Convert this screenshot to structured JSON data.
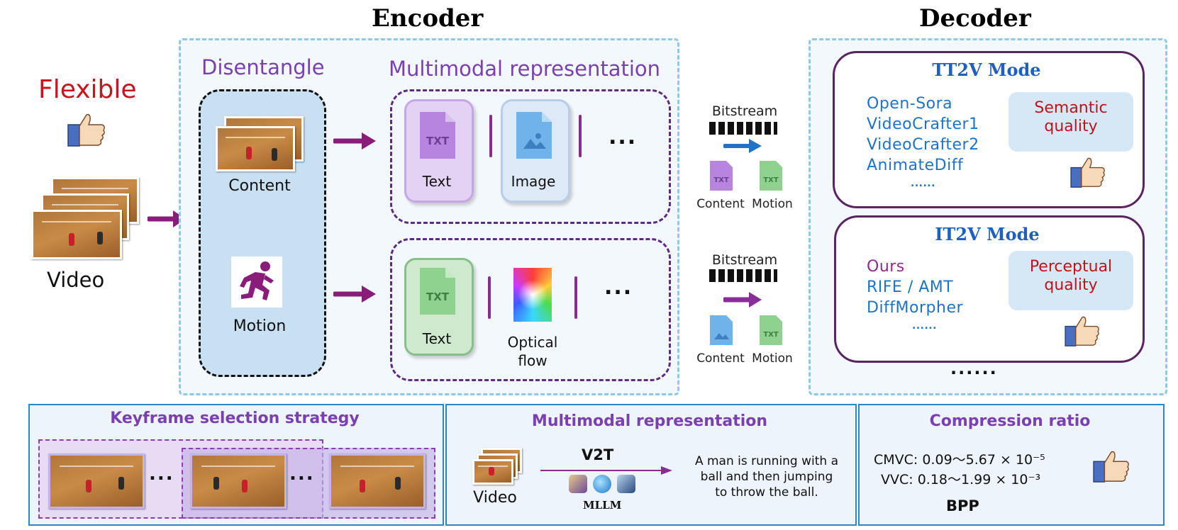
{
  "headings": {
    "encoder": "Encoder",
    "decoder": "Decoder"
  },
  "left": {
    "flexible": "Flexible",
    "video": "Video"
  },
  "disentangle": {
    "title": "Disentangle",
    "content": "Content",
    "motion": "Motion"
  },
  "multimodal": {
    "title": "Multimodal representation",
    "top": {
      "text": "Text",
      "image": "Image",
      "more": "..."
    },
    "bottom": {
      "text": "Text",
      "flow": "Optical flow",
      "more": "..."
    },
    "file_txt": "TXT"
  },
  "bitstream": {
    "top": {
      "label": "Bitstream",
      "content": "Content",
      "motion": "Motion"
    },
    "bottom": {
      "label": "Bitstream",
      "content": "Content",
      "motion": "Motion"
    }
  },
  "decoder": {
    "tt2v": {
      "title": "TT2V Mode",
      "items": [
        "Open-Sora",
        "VideoCrafter1",
        "VideoCrafter2",
        "AnimateDiff"
      ],
      "ellipsis": "......",
      "quality": "Semantic quality"
    },
    "it2v": {
      "title": "IT2V Mode",
      "items": [
        "Ours",
        "RIFE / AMT",
        "DiffMorpher"
      ],
      "ellipsis": "......",
      "quality": "Perceptual quality"
    },
    "more": "......"
  },
  "keyframe": {
    "title": "Keyframe selection strategy",
    "dots": "..."
  },
  "mm_bottom": {
    "title": "Multimodal representation",
    "video": "Video",
    "v2t": "V2T",
    "mllm": "MLLM",
    "caption": "A man is running with a ball and then jumping to throw the ball."
  },
  "compression": {
    "title": "Compression ratio",
    "cmvc": "CMVC: 0.09～5.67 × 10⁻⁵",
    "vvc": "VVC: 0.18～1.99 × 10⁻³",
    "bpp": "BPP"
  },
  "colors": {
    "accent_purple": "#7a3fb0",
    "blue_text": "#1f73c7",
    "red_text": "#c0121b",
    "dashed_blue": "#8ec9ea"
  }
}
